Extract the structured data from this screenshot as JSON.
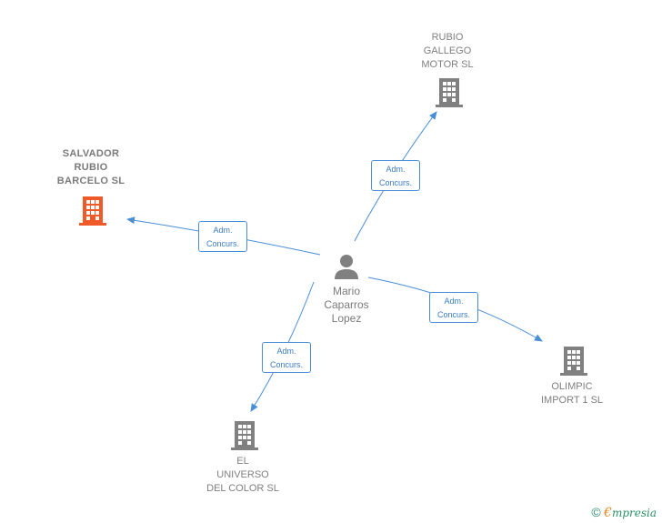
{
  "center": {
    "name": "Mario\nCaparros\nLopez",
    "icon": "person-icon"
  },
  "companies": [
    {
      "id": "salvador",
      "name": "SALVADOR\nRUBIO\nBARCELO SL",
      "color": "#f05a28",
      "icon": "building-icon",
      "highlight": true
    },
    {
      "id": "rubio",
      "name": "RUBIO\nGALLEGO\nMOTOR SL",
      "color": "#808080",
      "icon": "building-icon",
      "highlight": false
    },
    {
      "id": "olimpic",
      "name": "OLIMPIC\nIMPORT 1 SL",
      "color": "#808080",
      "icon": "building-icon",
      "highlight": false
    },
    {
      "id": "universo",
      "name": "EL\nUNIVERSO\nDEL COLOR SL",
      "color": "#808080",
      "icon": "building-icon",
      "highlight": false
    }
  ],
  "relations": [
    {
      "to": "salvador",
      "label": "Adm.\nConcurs."
    },
    {
      "to": "rubio",
      "label": "Adm.\nConcurs."
    },
    {
      "to": "olimpic",
      "label": "Adm.\nConcurs."
    },
    {
      "to": "universo",
      "label": "Adm.\nConcurs."
    }
  ],
  "footer": {
    "copyright": "©",
    "brand_first": "€",
    "brand_rest": "mpresia"
  },
  "colors": {
    "edge": "#4a8ed8",
    "person": "#808080"
  }
}
